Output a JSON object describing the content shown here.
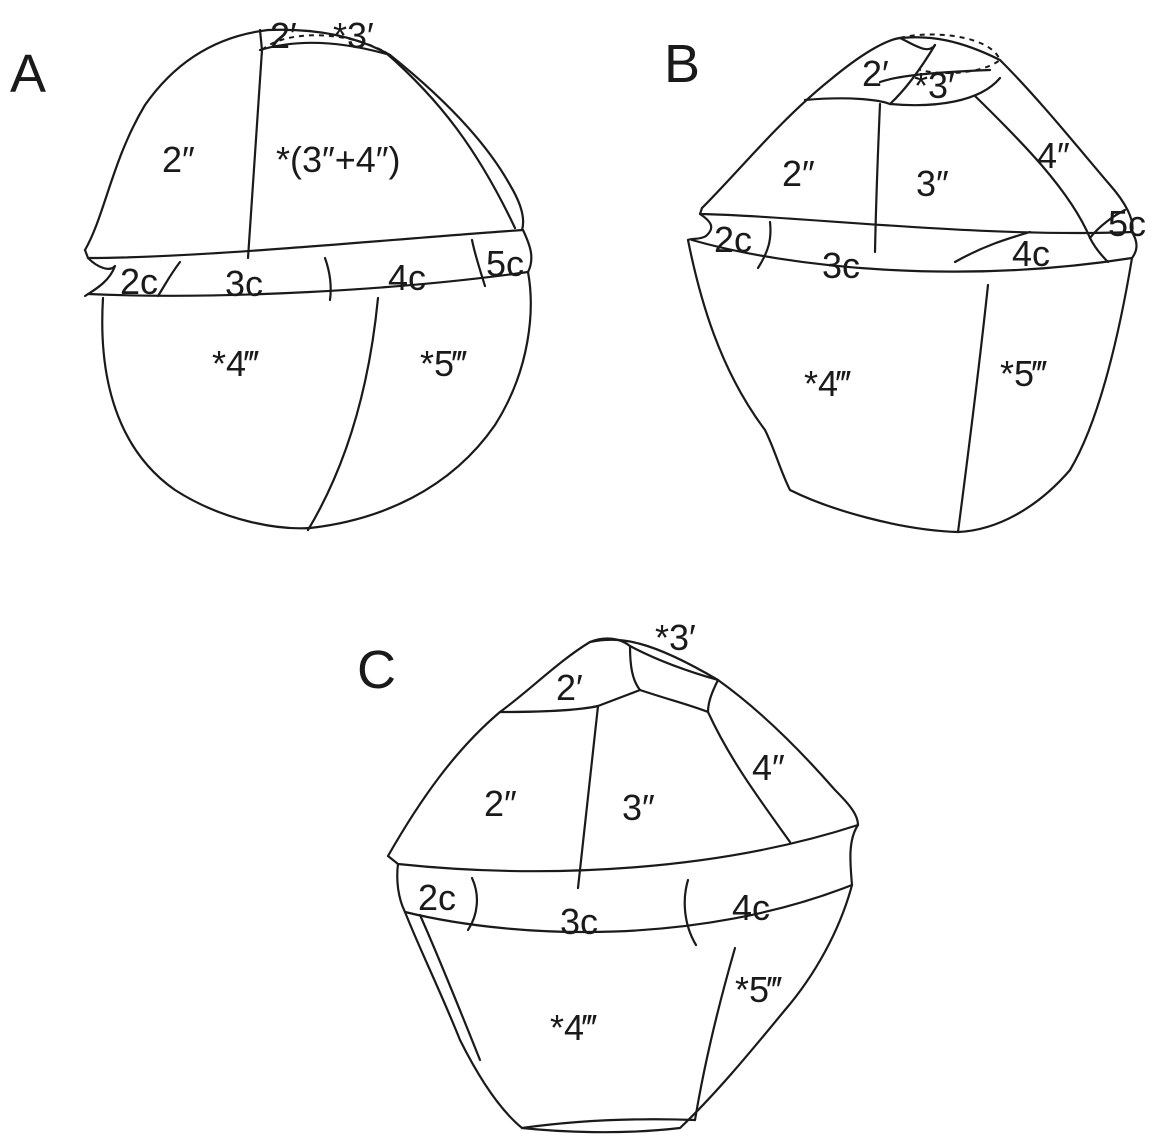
{
  "panels": [
    {
      "letter": "A",
      "plates": {
        "p2a": "2′",
        "p3a": "*3′",
        "p2pp": "2″",
        "p34pp": "*(3″+4″)",
        "c2": "2c",
        "c3": "3c",
        "c4": "4c",
        "c5": "5c",
        "h4": "*4‴",
        "h5": "*5‴"
      }
    },
    {
      "letter": "B",
      "plates": {
        "p2a": "2′",
        "p3a": "*3′",
        "p2pp": "2″",
        "p3pp": "3″",
        "p4pp": "4″",
        "c5": "5c",
        "c2": "2c",
        "c3": "3c",
        "c4": "4c",
        "h4": "*4‴",
        "h5": "*5‴"
      }
    },
    {
      "letter": "C",
      "plates": {
        "p3a": "*3′",
        "p2a": "2′",
        "p2pp": "2″",
        "p3pp": "3″",
        "p4pp": "4″",
        "c2": "2c",
        "c3": "3c",
        "c4": "4c",
        "h4": "*4‴",
        "h5": "*5‴"
      }
    }
  ]
}
